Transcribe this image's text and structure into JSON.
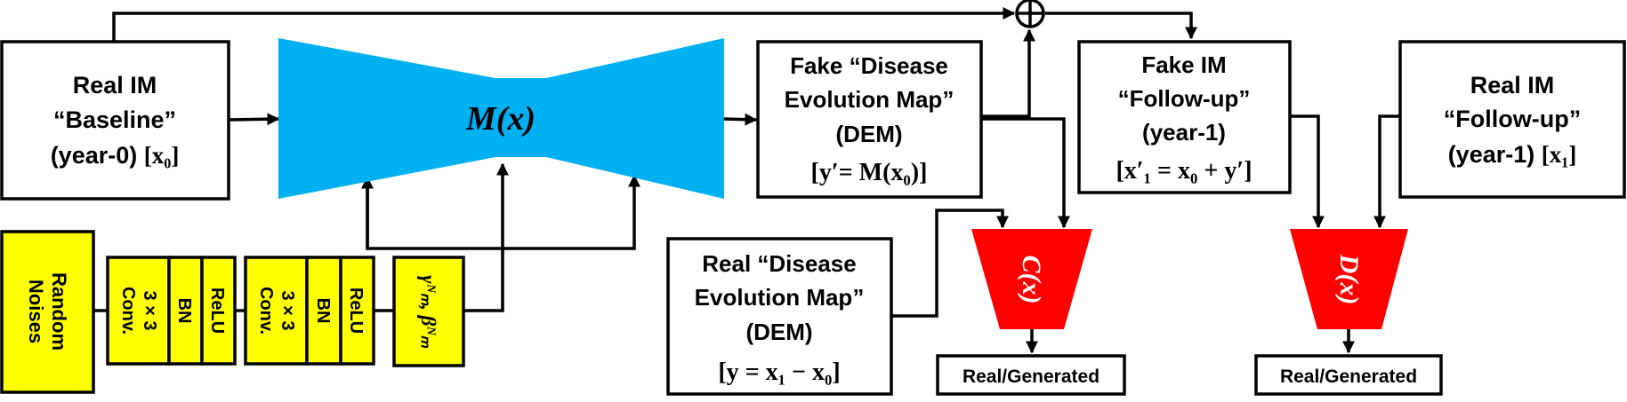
{
  "colors": {
    "generator": "#00B0F0",
    "discriminator": "#FF0000",
    "block": "#FFFF00",
    "stroke": "#000000"
  },
  "baseline_box": {
    "line1": "Real IM",
    "line2": "“Baseline”",
    "line3_text": "(year-0) ",
    "line3_math": "[x₀]"
  },
  "generator": {
    "label": "M(x)"
  },
  "fake_dem_box": {
    "line1": "Fake “Disease",
    "line2": "Evolution Map”",
    "line3": "(DEM)",
    "math": "[y′= M(x₀)]"
  },
  "fake_followup_box": {
    "line1": "Fake IM",
    "line2": "“Follow-up”",
    "line3": "(year-1)",
    "math": "[x′₁ = x₀ + y′]"
  },
  "real_followup_box": {
    "line1": "Real IM",
    "line2": "“Follow-up”",
    "line3_text": "(year-1) ",
    "line3_math": "[x₁]"
  },
  "real_dem_box": {
    "line1": "Real “Disease",
    "line2": "Evolution Map”",
    "line3": "(DEM)",
    "math": "[y = x₁ − x₀]"
  },
  "noise_block": {
    "line1": "Random",
    "line2": "Noises"
  },
  "conv_block_1": {
    "conv_line1": "3 × 3",
    "conv_line2": "Conv.",
    "bn": "BN",
    "relu": "ReLU"
  },
  "conv_block_2": {
    "conv_line1": "3 × 3",
    "conv_line2": "Conv.",
    "bn": "BN",
    "relu": "ReLU"
  },
  "modulation_block": {
    "label": "γᴺₘ, βᴺₘ"
  },
  "discriminator_c": {
    "label": "C(x)",
    "output": "Real/Generated"
  },
  "discriminator_d": {
    "label": "D(x)",
    "output": "Real/Generated"
  },
  "adder": {
    "symbol": "⊕"
  }
}
